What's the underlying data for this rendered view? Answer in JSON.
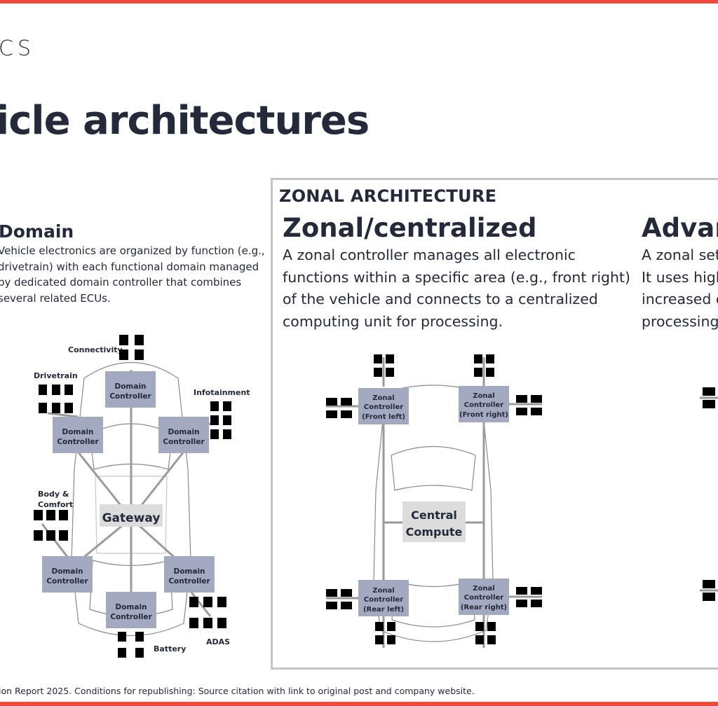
{
  "header": {
    "section_label": "CS",
    "page_title": "icle architectures"
  },
  "domain_column": {
    "heading": "Domain",
    "description": "Vehicle electronics are organized by function (e.g., drivetrain) with each functional domain managed by dedicated domain controller that combines several related ECUs."
  },
  "zonal_section": {
    "label": "ZONAL ARCHITECTURE",
    "centralized": {
      "heading": "Zonal/centralized",
      "description": "A zonal controller manages all electronic functions within a specific area (e.g., front right) of the vehicle and connects to a centralized computing unit for processing."
    },
    "advanced": {
      "heading": "Advan",
      "description_lines": [
        "A zonal set",
        "It uses high",
        "increased c",
        "processing"
      ]
    }
  },
  "domain_diagram": {
    "controller_label_1": "Domain",
    "controller_label_2": "Controller",
    "gateway": "Gateway",
    "labels": {
      "connectivity": "Connectivity",
      "drivetrain": "Drivetrain",
      "infotainment": "Infotainment",
      "body_comfort_1": "Body &",
      "body_comfort_2": "Comfort",
      "adas": "ADAS",
      "battery": "Battery"
    }
  },
  "zonal_diagram": {
    "zonal_1": "Zonal",
    "zonal_2": "Controller",
    "front_left": "(Front left)",
    "front_right": "(Front right)",
    "rear_left": "(Rear left)",
    "rear_right": "(Rear right)",
    "central_1": "Central",
    "central_2": "Compute"
  },
  "footer": {
    "text": "ion Report 2025. Conditions for republishing: Source citation with link to original post and company website."
  },
  "colors": {
    "accent": "#ef4a3e",
    "controller_fill": "#a3a9c0",
    "title": "#252a3a",
    "box_border": "#c4c4c4"
  }
}
